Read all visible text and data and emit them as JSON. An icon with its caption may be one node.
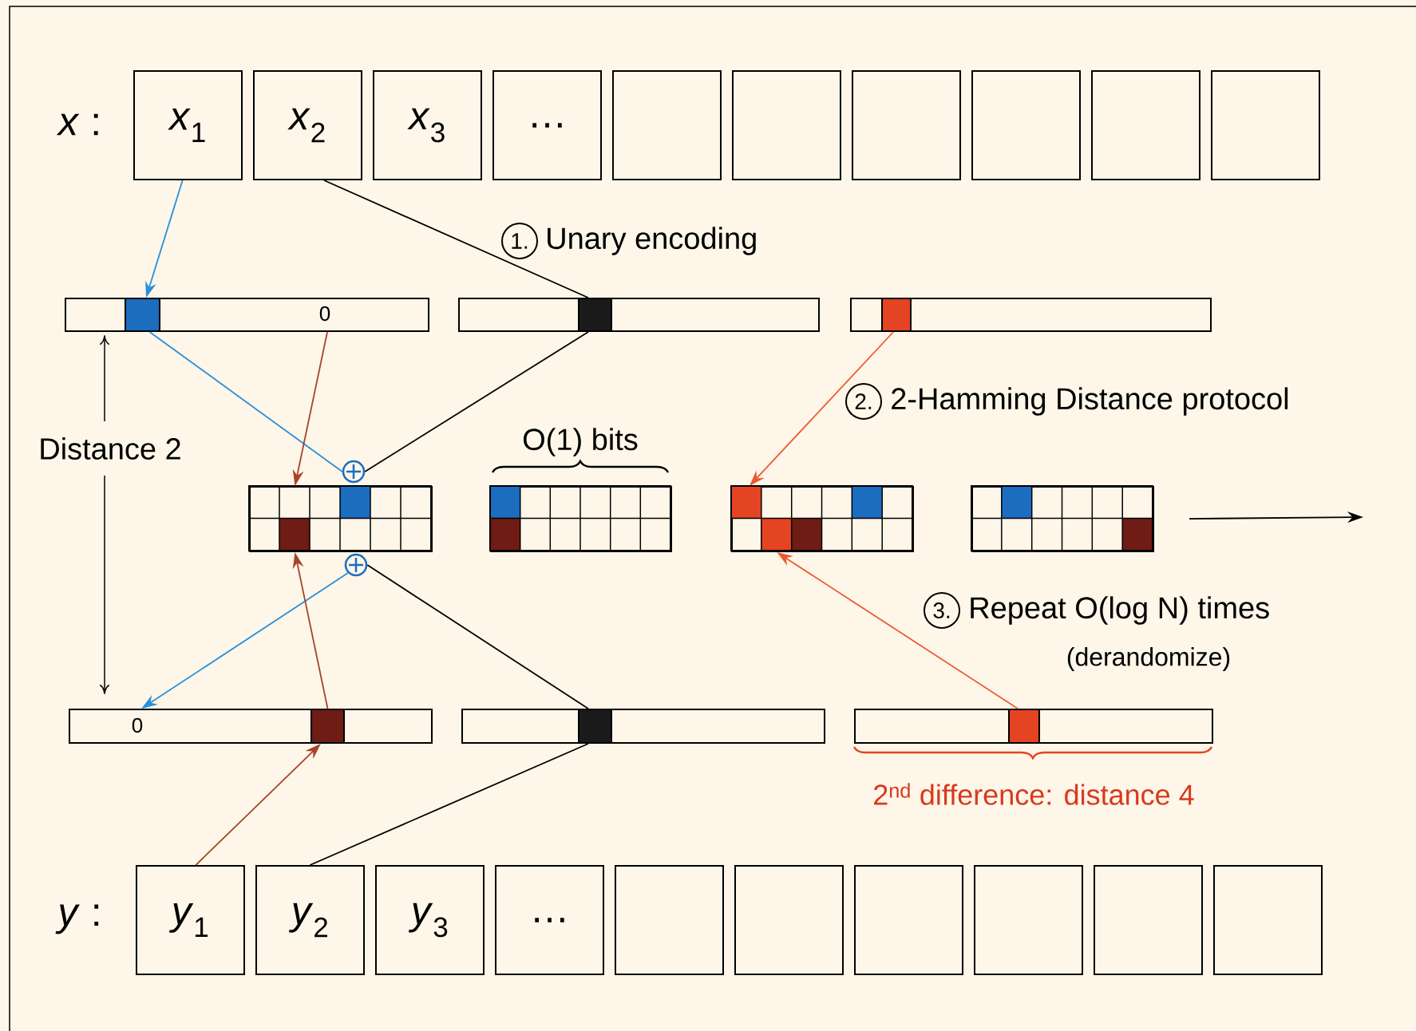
{
  "diagram": {
    "nodes": [
      {
        "text": [
          "*x*$_{1}$"
        ]
      },
      {
        "text": [
          "*x*$_{2}$"
        ]
      },
      {
        "text": [
          "*x*$_{3}$"
        ]
      },
      {
        "text": [
          "…"
        ]
      },
      {
        "text": [],
        "shape": "box"
      },
      {
        "text": [],
        "shape": "box"
      },
      {
        "text": [],
        "shape": "box"
      },
      {
        "text": [],
        "shape": "box"
      },
      {
        "text": [],
        "shape": "box"
      },
      {
        "text": [],
        "shape": "box"
      },
      {
        "text": [
          "0"
        ]
      },
      {
        "text": [],
        "shape": "box",
        "in": 10
      },
      {
        "text": [],
        "shape": "box"
      },
      {
        "text": [],
        "shape": "box",
        "in": 12
      },
      {
        "text": [],
        "shape": "box"
      },
      {
        "text": [],
        "shape": "box",
        "in": 14
      },
      {
        "text": [],
        "shape": "circle"
      },
      {
        "text": [],
        "shape": "box"
      },
      {
        "text": [],
        "shape": "box"
      },
      {
        "text": [],
        "shape": "box"
      },
      {
        "text": [],
        "shape": "box"
      },
      {
        "text": [],
        "shape": "circle"
      },
      {
        "text": [
          "0"
        ]
      },
      {
        "text": [],
        "shape": "box",
        "in": 22
      },
      {
        "text": [],
        "shape": "box"
      },
      {
        "text": [],
        "shape": "box",
        "in": 24
      },
      {
        "text": [],
        "shape": "box"
      },
      {
        "text": [],
        "shape": "box",
        "in": 26
      },
      {
        "text": [
          "*y*$_{1}$"
        ]
      },
      {
        "text": [
          "*y*$_{2}$"
        ]
      },
      {
        "text": [
          "*y*$_{3}$"
        ]
      },
      {
        "text": [
          "…"
        ]
      },
      {
        "text": [],
        "shape": "box"
      },
      {
        "text": [],
        "shape": "box"
      },
      {
        "text": [],
        "shape": "box"
      },
      {
        "text": [],
        "shape": "box"
      },
      {
        "text": [],
        "shape": "box"
      },
      {
        "text": [],
        "shape": "box"
      }
    ],
    "edges": [
      {
        "from": 0,
        "to": 11,
        "arrow": "to",
        "color": "#2a8fd8"
      },
      {
        "from": 1,
        "to": 13,
        "arrow": "none"
      },
      {
        "from": 11,
        "to": 16,
        "arrow": "none",
        "color": "#2a8fd8"
      },
      {
        "from": 13,
        "to": 16,
        "arrow": "none"
      },
      {
        "from": 10,
        "to": 17,
        "arrow": "to",
        "color": "#a8432a"
      },
      {
        "from": 15,
        "to": 19,
        "arrow": "to",
        "color": "#ec5a30"
      },
      {
        "from": 21,
        "to": 22,
        "arrow": "to",
        "color": "#2a8fd8"
      },
      {
        "from": 21,
        "to": 25,
        "arrow": "none"
      },
      {
        "from": 23,
        "to": 17,
        "arrow": "to",
        "color": "#a8432a"
      },
      {
        "from": 28,
        "to": 23,
        "arrow": "to",
        "color": "#a8432a"
      },
      {
        "from": 29,
        "to": 25,
        "arrow": "none"
      },
      {
        "from": 27,
        "to": 19,
        "arrow": "to",
        "color": "#ec5a30"
      },
      {
        "from": 20,
        "to": null,
        "arrow": "to"
      }
    ],
    "labels": [
      "*x* :",
      "1.",
      "Unary encoding",
      "2.",
      "2-Hamming Distance protocol",
      "O(1) bits",
      "Distance 2",
      "3.",
      "Repeat O(log N) times",
      "(derandomize)",
      "2$^{nd}$ difference: distance 4",
      "*y* :"
    ]
  }
}
